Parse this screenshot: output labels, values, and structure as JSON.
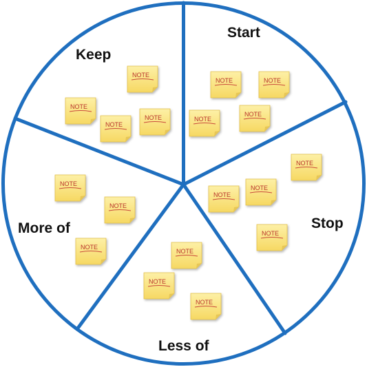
{
  "colors": {
    "ring": "#1F6FBF",
    "note_fill": "#FBE27A",
    "note_fill_light": "#FDF0A6",
    "note_edge": "#E1BE4A",
    "note_text": "#B8322A"
  },
  "note_label": "NOTE",
  "sections": {
    "keep": {
      "label": "Keep",
      "notes": 4
    },
    "start": {
      "label": "Start",
      "notes": 4
    },
    "stop": {
      "label": "Stop",
      "notes": 4
    },
    "less_of": {
      "label": "Less of",
      "notes": 3
    },
    "more_of": {
      "label": "More of",
      "notes": 3
    }
  }
}
